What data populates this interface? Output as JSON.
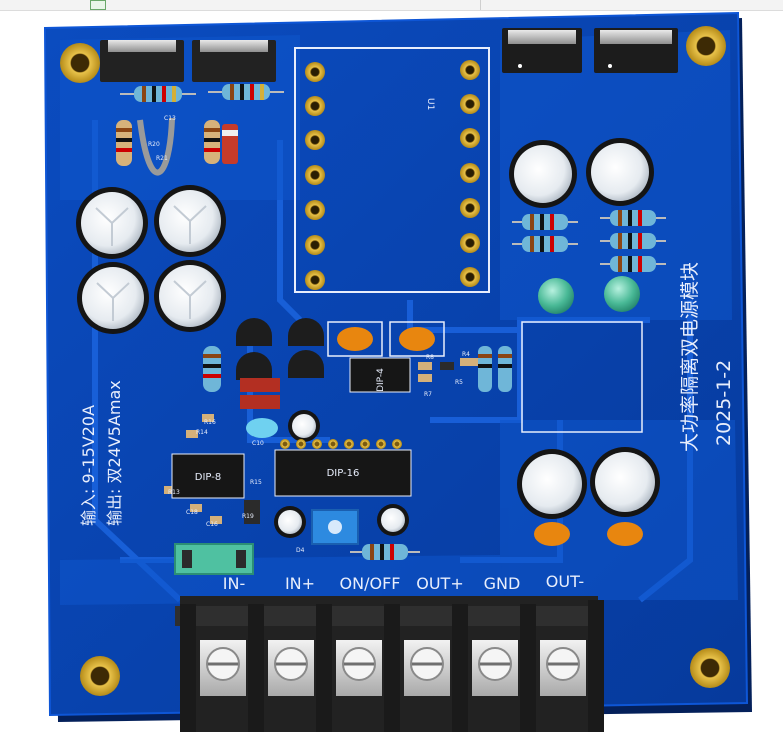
{
  "board": {
    "title_vertical": "大功率隔离双电源模块",
    "date_vertical": "2025-1-2",
    "input_spec": "输入: 9-15V20A",
    "output_spec": "输出: 双24V5Amax",
    "chips": {
      "dip4": "DIP-4",
      "dip8": "DIP-8",
      "dip16": "DIP-16",
      "u1": "U1"
    },
    "terminals": [
      "IN-",
      "IN+",
      "ON/OFF",
      "OUT+",
      "GND",
      "OUT-"
    ],
    "refs": {
      "r8": "R8",
      "r7": "R7",
      "r5": "R5",
      "r4": "R4",
      "c10": "C10",
      "c18": "C18",
      "c16": "C16",
      "r15": "R15",
      "r13": "R13",
      "r14": "R14",
      "r16": "R16",
      "r19": "R19",
      "r20": "R20",
      "r21": "R21",
      "c13": "C13",
      "d4": "D4"
    }
  },
  "colors": {
    "board": "#0a47b6",
    "board_dark": "#073a9a",
    "trace": "#1a60d8",
    "gold": "#c9a227",
    "terminal_black": "#2a2a2a",
    "terminal_silver": "#d9d9d9",
    "cap_white": "#f4f6f8",
    "orange": "#e8860f",
    "teal": "#4fc1a1",
    "text_white": "#e8eefc"
  }
}
